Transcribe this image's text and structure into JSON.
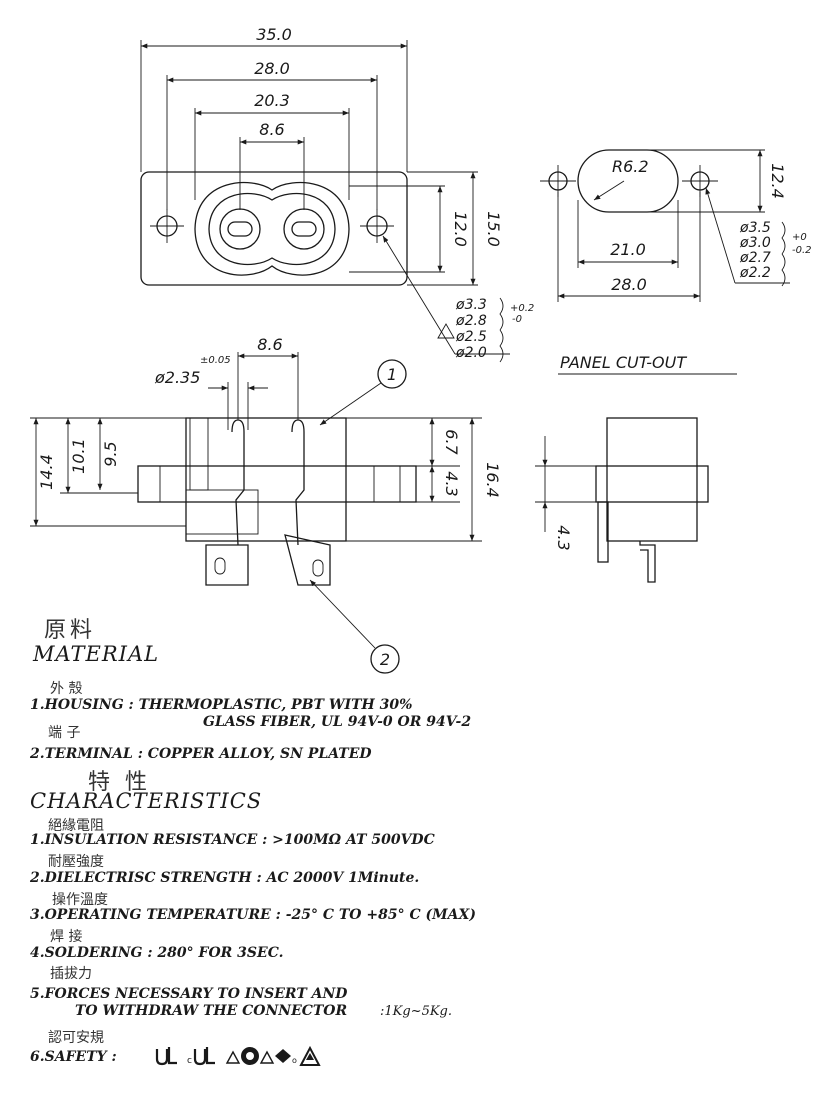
{
  "dimensions": {
    "top_view": {
      "d1": "35.0",
      "d2": "28.0",
      "d3": "20.3",
      "d4": "8.6",
      "h1": "12.0",
      "h2": "15.0"
    },
    "hole_callout": {
      "d1": "ø3.3",
      "d2": "ø2.8",
      "d3": "ø2.5",
      "d4": "ø2.0",
      "tol_plus": "+0.2",
      "tol_minus": "-0"
    },
    "panel": {
      "radius": "R6.2",
      "height": "12.4",
      "w1": "21.0",
      "w2": "28.0",
      "title": "PANEL CUT-OUT"
    },
    "panel_callout": {
      "d1": "ø3.5",
      "d2": "ø3.0",
      "d3": "ø2.7",
      "d4": "ø2.2",
      "tol_plus": "+0",
      "tol_minus": "-0.2"
    },
    "side_view": {
      "pitch": "8.6",
      "pin_dia": "ø2.35",
      "pin_tol": "±0.05",
      "h1": "14.4",
      "h2": "10.1",
      "h3": "9.5",
      "r1": "6.7",
      "r2": "4.3",
      "r3": "16.4"
    },
    "end_view": {
      "h": "4.3"
    },
    "balloons": [
      "1",
      "2"
    ]
  },
  "material": {
    "cn_title": "原料",
    "title": "MATERIAL",
    "items": [
      {
        "cn": "外 殼",
        "line1": "1.HOUSING : THERMOPLASTIC, PBT WITH 30%",
        "line2": "GLASS FIBER, UL 94V-0 OR 94V-2"
      },
      {
        "cn": "端 子",
        "line1": "2.TERMINAL : COPPER ALLOY, SN PLATED"
      }
    ]
  },
  "characteristics": {
    "cn_title": "特 性",
    "title": "CHARACTERISTICS",
    "items": [
      {
        "cn": "絕緣電阻",
        "text": "1.INSULATION RESISTANCE : >100MΩ AT 500VDC"
      },
      {
        "cn": "耐壓強度",
        "text": "2.DIELECTRISC STRENGTH : AC 2000V 1Minute."
      },
      {
        "cn": "操作溫度",
        "text": "3.OPERATING TEMPERATURE : -25° C TO +85° C (MAX)"
      },
      {
        "cn": "焊 接",
        "text": "4.SOLDERING : 280° FOR 3SEC."
      },
      {
        "cn": "插拔力",
        "line1": "5.FORCES NECESSARY TO INSERT AND",
        "line2": "TO WITHDRAW THE CONNECTOR",
        "value": ":1Kg~5Kg."
      },
      {
        "cn": "認可安規",
        "text": "6.SAFETY :"
      }
    ]
  },
  "icons": [
    "ul-recognized-icon",
    "cul-recognized-icon",
    "ccc-mark-icon",
    "vde-mark-icon",
    "semko-mark-icon"
  ],
  "colors": {
    "ink": "#1a1a1a",
    "paper": "#ffffff"
  }
}
